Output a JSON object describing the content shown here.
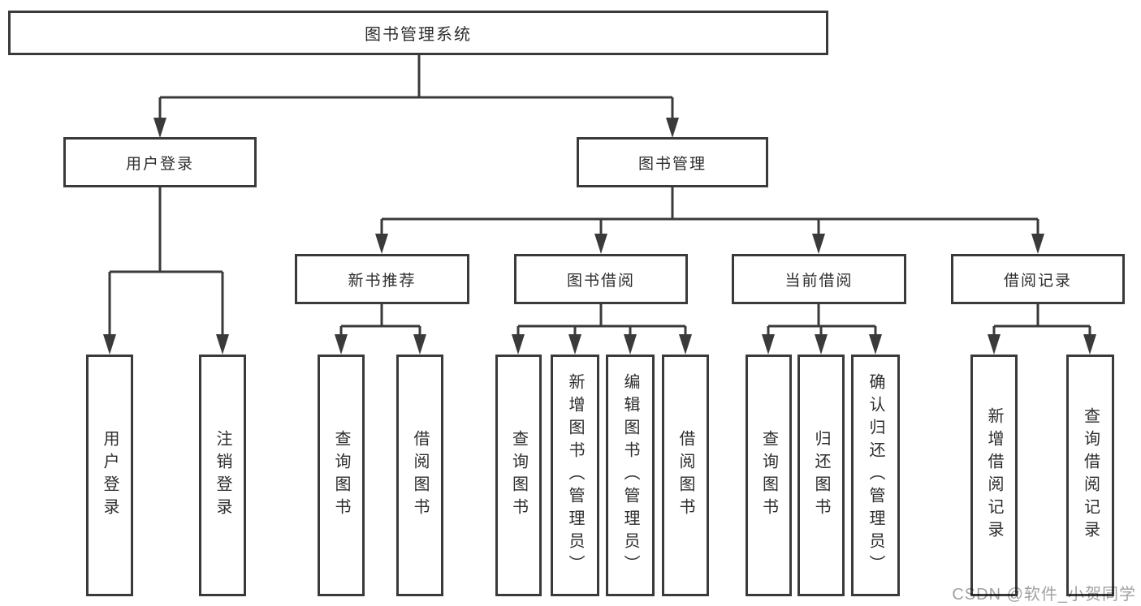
{
  "tree": {
    "root": "图书管理系统",
    "level2": [
      {
        "label": "用户登录",
        "children": [
          "用户登录",
          "注销登录"
        ]
      },
      {
        "label": "图书管理"
      }
    ],
    "level3": [
      {
        "label": "新书推荐",
        "children": [
          "查询图书",
          "借阅图书"
        ]
      },
      {
        "label": "图书借阅",
        "children": [
          "查询图书",
          "新增图书（管理员）",
          "编辑图书（管理员）",
          "借阅图书"
        ]
      },
      {
        "label": "当前借阅",
        "children": [
          "查询图书",
          "归还图书",
          "确认归还（管理员）"
        ]
      },
      {
        "label": "借阅记录",
        "children": [
          "新增借阅记录",
          "查询借阅记录"
        ]
      }
    ]
  },
  "watermark": "CSDN @软件_小贺同学",
  "colors": {
    "line": "#3a3a3a",
    "box_border": "#3a3a3a",
    "box_fill": "#ffffff",
    "text": "#2d2d2d",
    "watermark": "#919191",
    "background": "#ffffff"
  }
}
